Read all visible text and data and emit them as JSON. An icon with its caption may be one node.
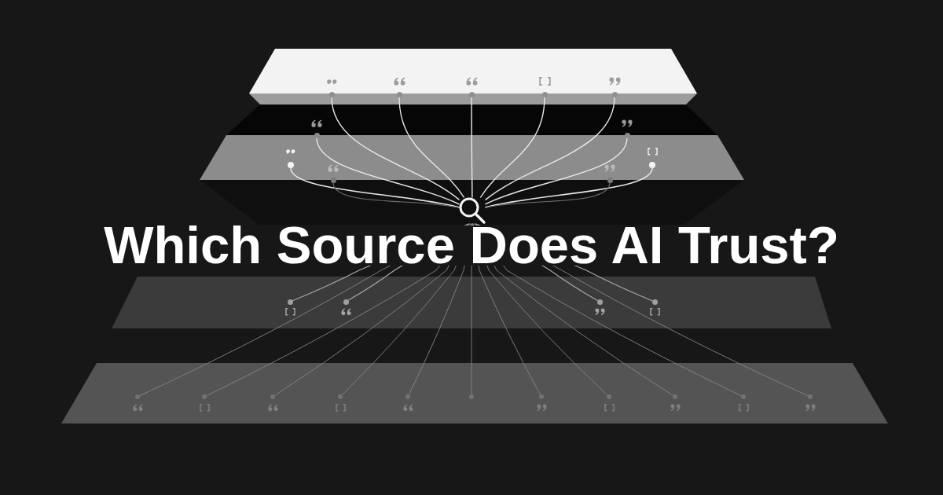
{
  "diagram": {
    "title": "Which Source Does AI Trust?",
    "nodes": [
      {
        "text": [],
        "shape": "circle"
      },
      {
        "text": [],
        "shape": "circle"
      },
      {
        "text": [],
        "shape": "circle"
      },
      {
        "text": [],
        "shape": "circle"
      },
      {
        "text": [],
        "shape": "circle"
      },
      {
        "text": [],
        "shape": "circle"
      },
      {
        "text": [],
        "shape": "circle"
      },
      {
        "text": [],
        "shape": "circle"
      },
      {
        "text": [],
        "shape": "circle"
      },
      {
        "text": [],
        "shape": "circle"
      },
      {
        "text": [],
        "shape": "circle"
      },
      {
        "text": [],
        "shape": "circle"
      },
      {
        "text": [],
        "shape": "circle"
      },
      {
        "text": [],
        "shape": "circle"
      },
      {
        "text": [],
        "shape": "circle"
      },
      {
        "text": [],
        "shape": "circle"
      },
      {
        "text": [],
        "shape": "circle"
      },
      {
        "text": [],
        "shape": "circle"
      },
      {
        "text": [],
        "shape": "circle"
      },
      {
        "text": [],
        "shape": "circle"
      },
      {
        "text": [],
        "shape": "circle"
      },
      {
        "text": [],
        "shape": "circle"
      },
      {
        "text": [],
        "shape": "circle"
      },
      {
        "text": [],
        "shape": "circle"
      },
      {
        "text": [],
        "shape": "circle"
      },
      {
        "text": [],
        "shape": "circle"
      },
      {
        "text": [],
        "shape": "circle"
      }
    ],
    "edges": [
      {
        "from": 0,
        "to": 11,
        "arrow": "none",
        "color": "#e8e8e8"
      },
      {
        "from": 1,
        "to": 11,
        "arrow": "none",
        "color": "#e8e8e8"
      },
      {
        "from": 2,
        "to": 11,
        "arrow": "none",
        "color": "#e8e8e8"
      },
      {
        "from": 3,
        "to": 11,
        "arrow": "none",
        "color": "#e8e8e8"
      },
      {
        "from": 4,
        "to": 11,
        "arrow": "none",
        "color": "#e8e8e8"
      },
      {
        "from": 5,
        "to": 11,
        "arrow": "none",
        "color": "#e8e8e8"
      },
      {
        "from": 6,
        "to": 11,
        "arrow": "none",
        "color": "#e8e8e8"
      },
      {
        "from": 7,
        "to": 11,
        "arrow": "none",
        "color": "#e8e8e8"
      },
      {
        "from": 8,
        "to": 11,
        "arrow": "none",
        "color": "#e8e8e8"
      },
      {
        "from": 9,
        "to": 11,
        "arrow": "none",
        "color": "#707070"
      },
      {
        "from": 10,
        "to": 11,
        "arrow": "none",
        "color": "#707070"
      },
      {
        "from": 12,
        "to": 11,
        "arrow": "none",
        "color": "#a8a8a8"
      },
      {
        "from": 13,
        "to": 11,
        "arrow": "none",
        "color": "#a8a8a8"
      },
      {
        "from": 14,
        "to": 11,
        "arrow": "none",
        "color": "#a8a8a8"
      },
      {
        "from": 15,
        "to": 11,
        "arrow": "none",
        "color": "#a8a8a8"
      },
      {
        "from": 16,
        "to": 11,
        "arrow": "none"
      },
      {
        "from": 17,
        "to": 11,
        "arrow": "none"
      },
      {
        "from": 18,
        "to": 11,
        "arrow": "none"
      },
      {
        "from": 19,
        "to": 11,
        "arrow": "none"
      },
      {
        "from": 20,
        "to": 11,
        "arrow": "none"
      },
      {
        "from": 21,
        "to": 11,
        "arrow": "none"
      },
      {
        "from": 22,
        "to": 11,
        "arrow": "none"
      },
      {
        "from": 23,
        "to": 11,
        "arrow": "none"
      },
      {
        "from": 24,
        "to": 11,
        "arrow": "none"
      },
      {
        "from": 25,
        "to": 11,
        "arrow": "none"
      },
      {
        "from": 26,
        "to": 11,
        "arrow": "none"
      }
    ]
  }
}
